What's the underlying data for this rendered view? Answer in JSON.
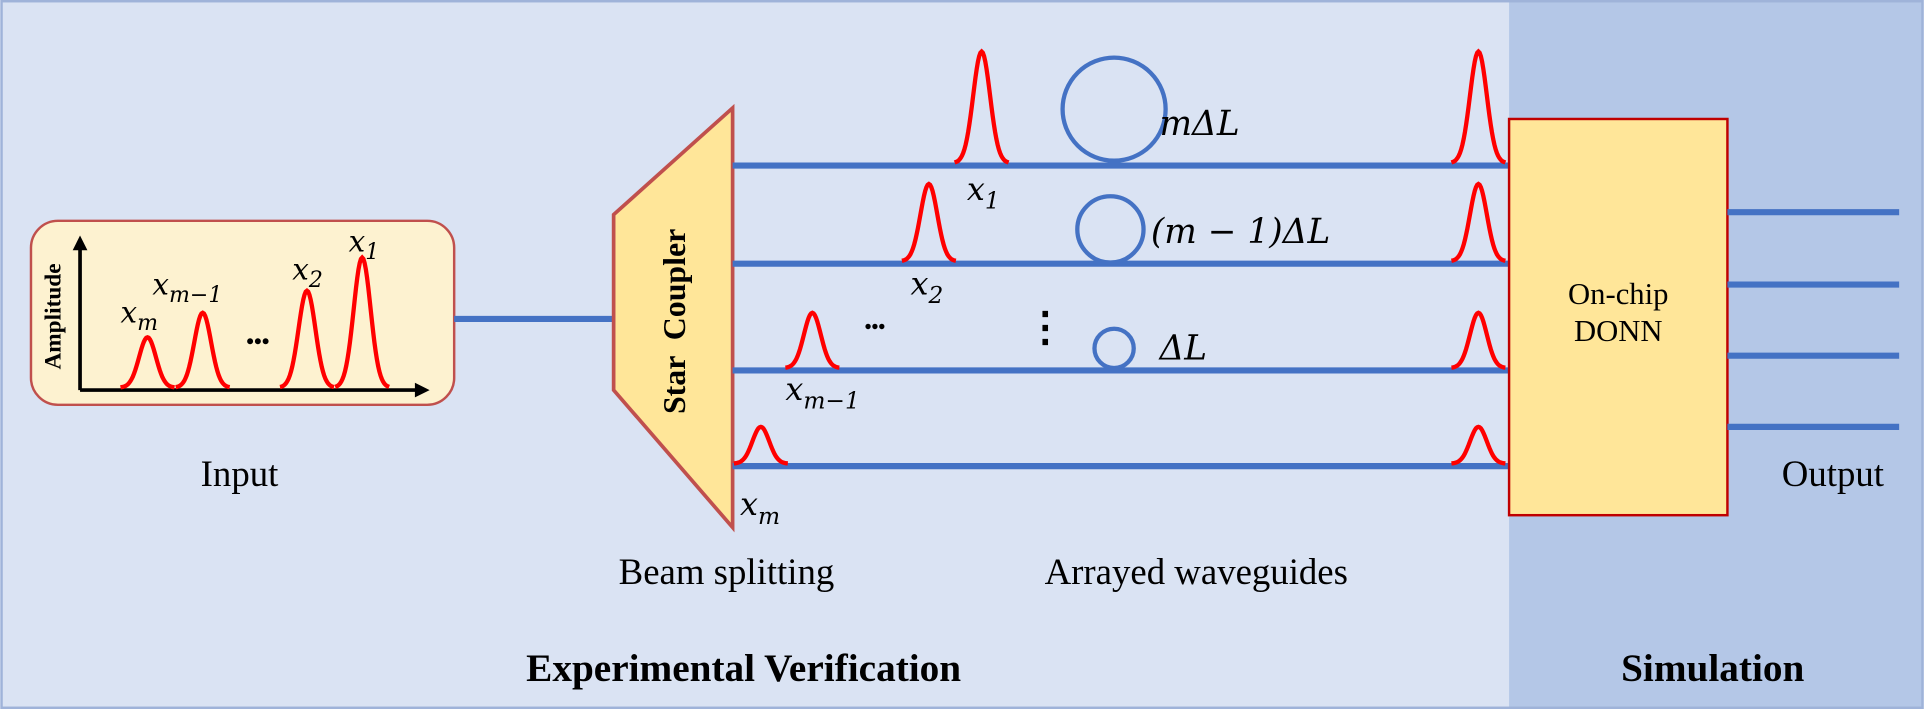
{
  "colors": {
    "background": "#dae3f3",
    "simulation_background": "#b4c7e7",
    "waveguide": "#4472c4",
    "pulse": "#ff0000",
    "box_fill": "#ffe699",
    "input_box_fill": "#fdf2d0",
    "box_border": "#c0504d"
  },
  "input_panel": {
    "axis_label": "Amplitude",
    "peak_labels": {
      "xm": "x",
      "xm_sub": "m",
      "xm1": "x",
      "xm1_sub": "m−1",
      "x2": "x",
      "x2_sub": "2",
      "x1": "x",
      "x1_sub": "1"
    },
    "ellipsis": "•••",
    "caption": "Input"
  },
  "star_coupler": {
    "label": "Star  Coupler",
    "caption": "Beam splitting"
  },
  "waveguides": {
    "caption": "Arrayed waveguides",
    "delays": [
      "mΔL",
      "(m − 1)ΔL",
      "ΔL"
    ],
    "pulse_labels": [
      {
        "base": "x",
        "sub": "1"
      },
      {
        "base": "x",
        "sub": "2"
      },
      {
        "base": "x",
        "sub": "m−1"
      },
      {
        "base": "x",
        "sub": "m"
      }
    ],
    "horizontal_dots": "•••",
    "vertical_dots": "⋮"
  },
  "donn": {
    "line1": "On-chip",
    "line2": "DONN"
  },
  "output": {
    "caption": "Output"
  },
  "sections": {
    "experimental": "Experimental Verification",
    "simulation": "Simulation"
  }
}
